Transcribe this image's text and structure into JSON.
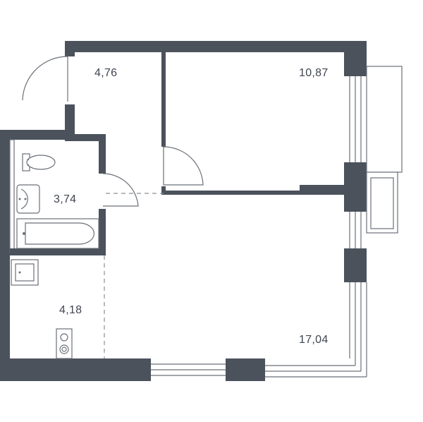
{
  "rooms": [
    {
      "id": "hall",
      "area": "4,76"
    },
    {
      "id": "bedroom",
      "area": "10,87"
    },
    {
      "id": "bathroom",
      "area": "3,74"
    },
    {
      "id": "kitchen",
      "area": "4,18"
    },
    {
      "id": "living",
      "area": "17,04"
    }
  ],
  "colors": {
    "wall": "#4b525c",
    "line": "#6b7079",
    "label": "#3f4650"
  }
}
